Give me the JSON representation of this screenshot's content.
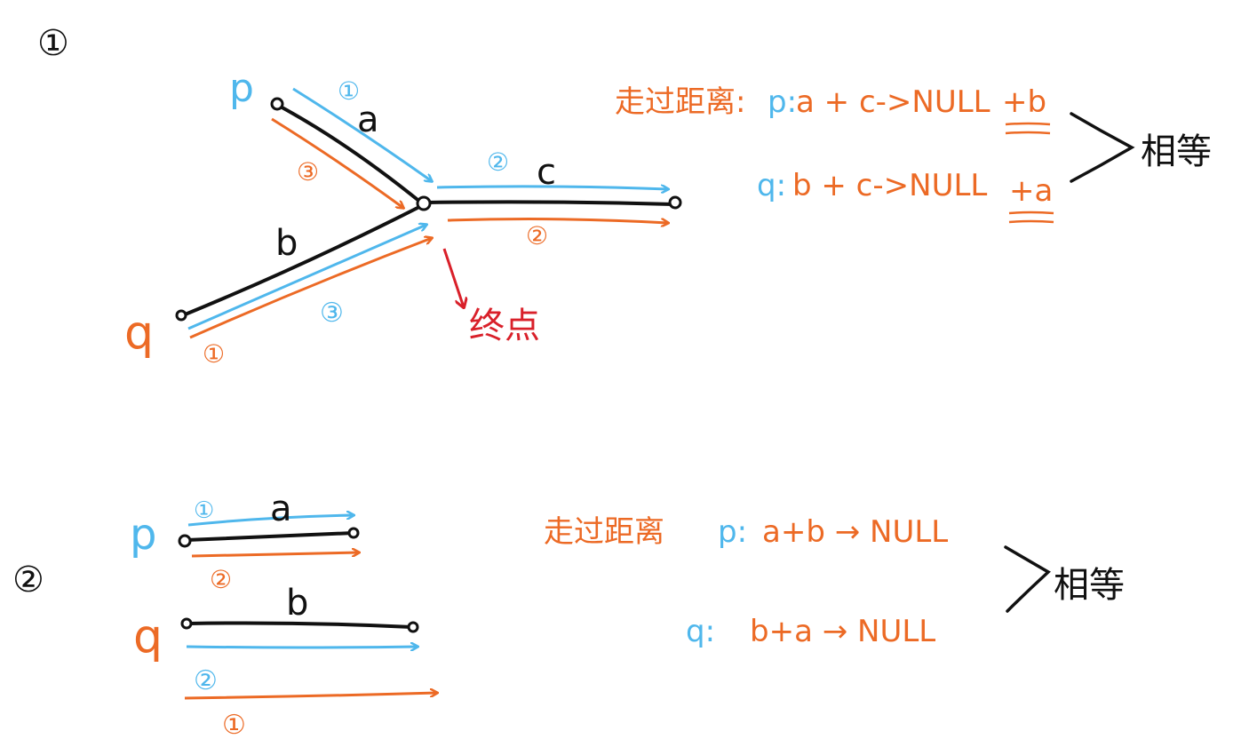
{
  "colors": {
    "black": "#111111",
    "blue": "#4fb7ec",
    "orange": "#ec6a25",
    "red": "#d9202a"
  },
  "case1": {
    "section_mark": "①",
    "pointer_p": "p",
    "pointer_q": "q",
    "segment_a": "a",
    "segment_b": "b",
    "segment_c": "c",
    "step_1": "①",
    "step_2": "②",
    "step_3": "③",
    "endpoint_label": "终点",
    "distance_prefix": "走过距离:",
    "p_label": "p:",
    "p_path": "a + c->NULL",
    "p_extra": "+b",
    "q_label": "q:",
    "q_path": "b + c->NULL",
    "q_extra": "+a",
    "result": "相等"
  },
  "case2": {
    "section_mark": "②",
    "pointer_p": "p",
    "pointer_q": "q",
    "segment_a": "a",
    "segment_b": "b",
    "step_1": "①",
    "step_2": "②",
    "distance_prefix": "走过距离",
    "p_label": "p:",
    "p_path": "a+b → NULL",
    "q_label": "q:",
    "q_path": "b+a → NULL",
    "result": "相等"
  }
}
